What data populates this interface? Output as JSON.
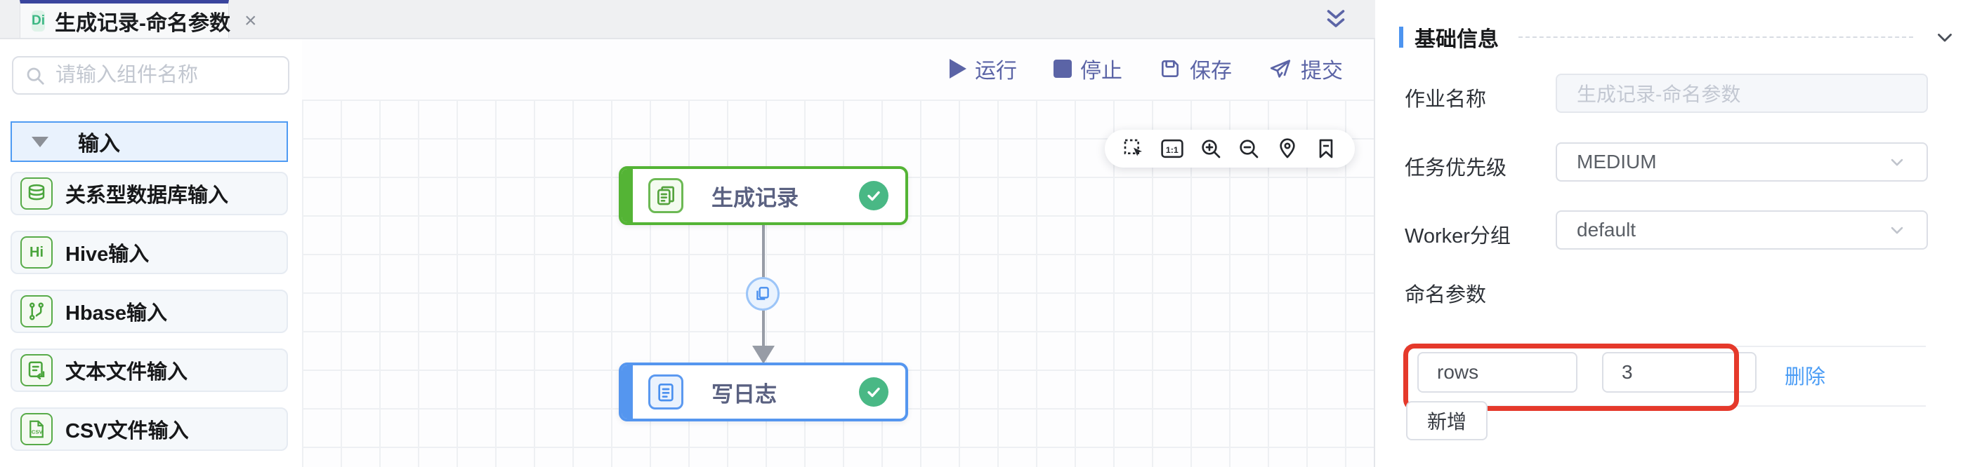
{
  "tab_bar": {
    "tab_badge": "Di",
    "tab_title": "生成记录-命名参数",
    "tab_close": "×"
  },
  "sidebar": {
    "search_placeholder": "请输入组件名称",
    "group_label": "输入",
    "items": [
      {
        "icon": "database-icon",
        "label": "关系型数据库输入"
      },
      {
        "icon": "hive-icon",
        "icon_text": "Hi",
        "label": "Hive输入"
      },
      {
        "icon": "hbase-icon",
        "label": "Hbase输入"
      },
      {
        "icon": "text-file-icon",
        "label": "文本文件输入"
      },
      {
        "icon": "csv-file-icon",
        "icon_text": "CSV",
        "label": "CSV文件输入"
      }
    ]
  },
  "canvas": {
    "actions": [
      {
        "icon": "play-icon",
        "label": "运行"
      },
      {
        "icon": "stop-icon",
        "label": "停止"
      },
      {
        "icon": "save-icon",
        "label": "保存"
      },
      {
        "icon": "submit-icon",
        "label": "提交"
      }
    ],
    "tools": [
      "marquee-select-icon",
      "actual-size-icon",
      "zoom-in-icon",
      "zoom-out-icon",
      "locate-icon",
      "bookmark-icon"
    ],
    "actual_size_text": "1:1",
    "nodes": [
      {
        "label": "生成记录",
        "status": "success",
        "color": "green"
      },
      {
        "label": "写日志",
        "status": "success",
        "color": "blue"
      }
    ]
  },
  "panel": {
    "section_title": "基础信息",
    "fields": [
      {
        "label": "作业名称",
        "value": "生成记录-命名参数",
        "state": "disabled"
      },
      {
        "label": "任务优先级",
        "value": "MEDIUM",
        "type": "select"
      },
      {
        "label": "Worker分组",
        "value": "default",
        "type": "select"
      }
    ],
    "params": {
      "label": "命名参数",
      "rows": [
        {
          "name": "rows",
          "value": "3",
          "delete_label": "删除"
        }
      ],
      "add_label": "新增"
    }
  },
  "colors": {
    "tab_accent": "#3a459e",
    "accent_blue": "#4d94f0",
    "node_green": "#54b435",
    "node_blue": "#5596ef",
    "success_green": "#49b885",
    "action_indigo": "#5b64a6",
    "highlight_red": "#e5392b",
    "link_blue": "#4a9cf5"
  }
}
